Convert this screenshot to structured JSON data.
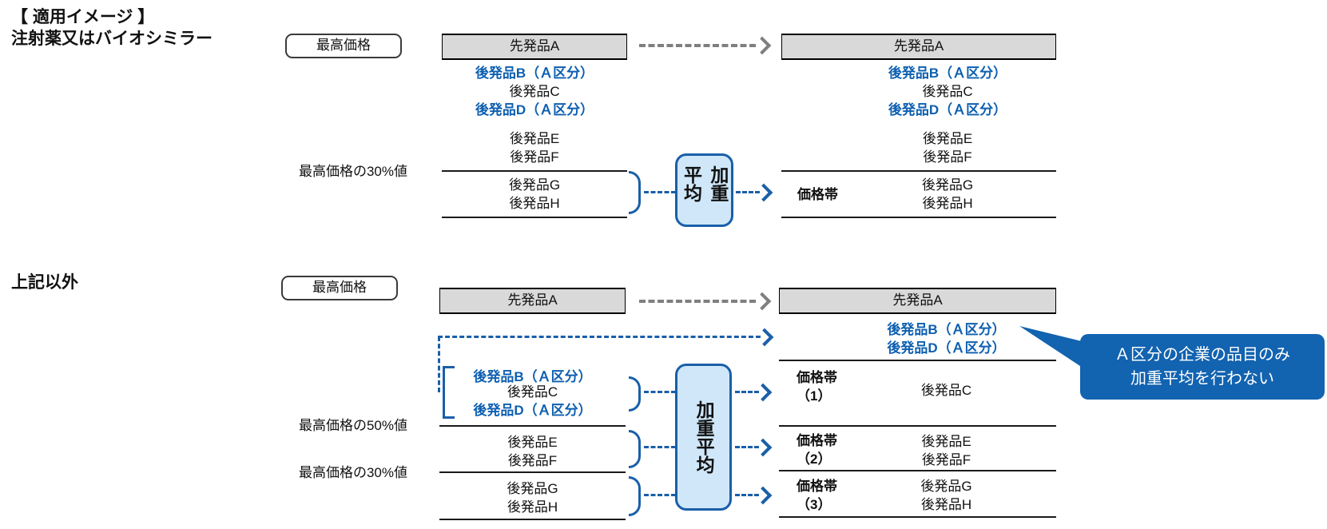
{
  "colors": {
    "accent_blue": "#0d5fb0",
    "line_blue": "#1a5fa8",
    "box_fill": "#cfe7f8",
    "bubble_fill": "#1263b0",
    "header_fill": "#d9d9d9",
    "gray_arrow": "#7f7f7f"
  },
  "top": {
    "title_line1": "【 適用イメージ 】",
    "title_line2": "注射薬又はバイオシミラー",
    "max_price": "最高価格",
    "threshold_30": "最高価格の30%値",
    "operator": "加重平均",
    "left_table": {
      "header": "先発品A",
      "rows_a": [
        {
          "label": "後発品B（Ａ区分）"
        },
        {
          "label": "後発品C"
        },
        {
          "label": "後発品D（Ａ区分）"
        }
      ],
      "rows_b": [
        {
          "label": "後発品E"
        },
        {
          "label": "後発品F"
        }
      ],
      "rows_c": [
        {
          "label": "後発品G"
        },
        {
          "label": "後発品H"
        }
      ]
    },
    "right_table": {
      "header": "先発品A",
      "price_band": "価格帯",
      "rows_a": [
        {
          "label": "後発品B（Ａ区分）"
        },
        {
          "label": "後発品C"
        },
        {
          "label": "後発品D（Ａ区分）"
        }
      ],
      "rows_b": [
        {
          "label": "後発品E"
        },
        {
          "label": "後発品F"
        }
      ],
      "rows_c": [
        {
          "label": "後発品G"
        },
        {
          "label": "後発品H"
        }
      ]
    }
  },
  "bottom": {
    "heading": "上記以外",
    "max_price": "最高価格",
    "threshold_50": "最高価格の50%値",
    "threshold_30": "最高価格の30%値",
    "operator": "加重平均",
    "left_table": {
      "header": "先発品A",
      "rows_a": [
        {
          "label": "後発品B（Ａ区分）"
        },
        {
          "label": "後発品C"
        },
        {
          "label": "後発品D（Ａ区分）"
        }
      ],
      "rows_b": [
        {
          "label": "後発品E"
        },
        {
          "label": "後発品F"
        }
      ],
      "rows_c": [
        {
          "label": "後発品G"
        },
        {
          "label": "後発品H"
        }
      ]
    },
    "right_table": {
      "header": "先発品A",
      "rows_top": [
        {
          "label": "後発品B（Ａ区分）"
        },
        {
          "label": "後発品D（Ａ区分）"
        }
      ],
      "bands": [
        {
          "name": "価格帯",
          "num": "（1）",
          "items": [
            "後発品C"
          ]
        },
        {
          "name": "価格帯",
          "num": "（2）",
          "items": [
            "後発品E",
            "後発品F"
          ]
        },
        {
          "name": "価格帯",
          "num": "（3）",
          "items": [
            "後発品G",
            "後発品H"
          ]
        }
      ]
    },
    "callout": {
      "line1": "Ａ区分の企業の品目のみ",
      "line2": "加重平均を行わない"
    }
  }
}
